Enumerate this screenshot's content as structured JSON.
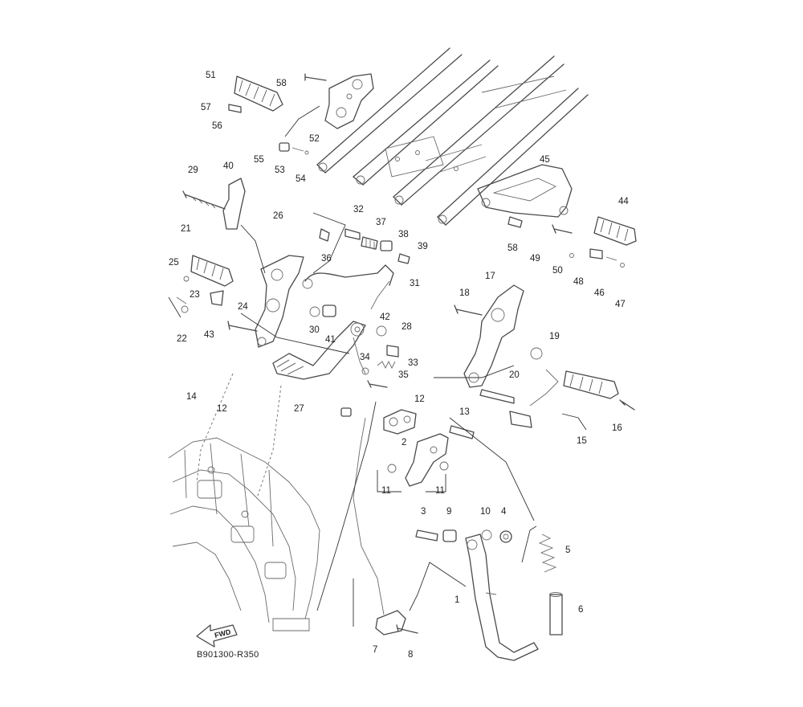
{
  "diagram": {
    "code": "B901300-R350",
    "fwd_label": "FWD",
    "callouts": [
      {
        "id": "51",
        "label": "51"
      },
      {
        "id": "58a",
        "label": "58"
      },
      {
        "id": "57",
        "label": "57"
      },
      {
        "id": "56",
        "label": "56"
      },
      {
        "id": "52",
        "label": "52"
      },
      {
        "id": "55",
        "label": "55"
      },
      {
        "id": "53",
        "label": "53"
      },
      {
        "id": "54",
        "label": "54"
      },
      {
        "id": "29",
        "label": "29"
      },
      {
        "id": "40",
        "label": "40"
      },
      {
        "id": "26",
        "label": "26"
      },
      {
        "id": "32",
        "label": "32"
      },
      {
        "id": "37",
        "label": "37"
      },
      {
        "id": "38",
        "label": "38"
      },
      {
        "id": "39",
        "label": "39"
      },
      {
        "id": "36",
        "label": "36"
      },
      {
        "id": "31",
        "label": "31"
      },
      {
        "id": "21",
        "label": "21"
      },
      {
        "id": "25",
        "label": "25"
      },
      {
        "id": "23",
        "label": "23"
      },
      {
        "id": "24",
        "label": "24"
      },
      {
        "id": "22",
        "label": "22"
      },
      {
        "id": "43",
        "label": "43"
      },
      {
        "id": "30",
        "label": "30"
      },
      {
        "id": "41",
        "label": "41"
      },
      {
        "id": "42",
        "label": "42"
      },
      {
        "id": "28",
        "label": "28"
      },
      {
        "id": "34",
        "label": "34"
      },
      {
        "id": "33",
        "label": "33"
      },
      {
        "id": "35",
        "label": "35"
      },
      {
        "id": "14",
        "label": "14"
      },
      {
        "id": "12a",
        "label": "12"
      },
      {
        "id": "27",
        "label": "27"
      },
      {
        "id": "45",
        "label": "45"
      },
      {
        "id": "44",
        "label": "44"
      },
      {
        "id": "58b",
        "label": "58"
      },
      {
        "id": "49",
        "label": "49"
      },
      {
        "id": "50",
        "label": "50"
      },
      {
        "id": "48",
        "label": "48"
      },
      {
        "id": "46",
        "label": "46"
      },
      {
        "id": "47",
        "label": "47"
      },
      {
        "id": "17",
        "label": "17"
      },
      {
        "id": "18",
        "label": "18"
      },
      {
        "id": "19",
        "label": "19"
      },
      {
        "id": "20",
        "label": "20"
      },
      {
        "id": "15",
        "label": "15"
      },
      {
        "id": "16",
        "label": "16"
      },
      {
        "id": "12b",
        "label": "12"
      },
      {
        "id": "13",
        "label": "13"
      },
      {
        "id": "2",
        "label": "2"
      },
      {
        "id": "11a",
        "label": "11"
      },
      {
        "id": "11b",
        "label": "11"
      },
      {
        "id": "3",
        "label": "3"
      },
      {
        "id": "9",
        "label": "9"
      },
      {
        "id": "10",
        "label": "10"
      },
      {
        "id": "4",
        "label": "4"
      },
      {
        "id": "5",
        "label": "5"
      },
      {
        "id": "1",
        "label": "1"
      },
      {
        "id": "6",
        "label": "6"
      },
      {
        "id": "7",
        "label": "7"
      },
      {
        "id": "8",
        "label": "8"
      }
    ]
  }
}
